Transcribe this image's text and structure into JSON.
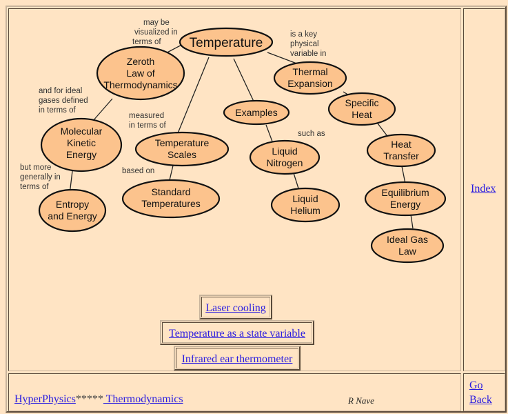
{
  "concept_map": {
    "nodes": {
      "temperature": "Temperature",
      "zeroth": [
        "Zeroth",
        "Law of",
        "Thermodynamics"
      ],
      "thermal_expansion": [
        "Thermal",
        "Expansion"
      ],
      "molecular": [
        "Molecular",
        "Kinetic",
        "Energy"
      ],
      "temp_scales": [
        "Temperature",
        "Scales"
      ],
      "examples": "Examples",
      "specific_heat": [
        "Specific",
        "Heat"
      ],
      "liquid_nitrogen": [
        "Liquid",
        "Nitrogen"
      ],
      "heat_transfer": [
        "Heat",
        "Transfer"
      ],
      "entropy": [
        "Entropy",
        "and Energy"
      ],
      "standard_temps": [
        "Standard",
        "Temperatures"
      ],
      "liquid_helium": [
        "Liquid",
        "Helium"
      ],
      "equilibrium": [
        "Equilibrium",
        "Energy"
      ],
      "ideal_gas": [
        "Ideal Gas",
        "Law"
      ]
    },
    "relations": {
      "visualized": [
        "may be",
        "visualized in",
        "terms of"
      ],
      "key_variable": [
        "is a key",
        "physical",
        "variable in"
      ],
      "ideal_gases": [
        "and for ideal",
        "gases defined",
        "in terms of"
      ],
      "measured": [
        "measured",
        "in terms of"
      ],
      "such_as": "such as",
      "more_generally": [
        "but more",
        "generally in",
        "terms of"
      ],
      "based_on": "based on"
    },
    "colors": {
      "node_fill": "#fcc38d",
      "node_stroke": "#111111",
      "background": "#ffe4c4"
    }
  },
  "links": {
    "laser_cooling": "Laser cooling",
    "state_variable": "Temperature as a state variable",
    "ear_thermometer": "Infrared ear thermometer",
    "index": "Index"
  },
  "footer": {
    "hyperphysics": "HyperPhysics",
    "stars": "*****",
    "thermodynamics": " Thermodynamics",
    "author": "R Nave",
    "go": "Go",
    "back": "Back"
  },
  "colors": {
    "link": "#2a1ce0",
    "page_background": "#ffe4c4"
  }
}
